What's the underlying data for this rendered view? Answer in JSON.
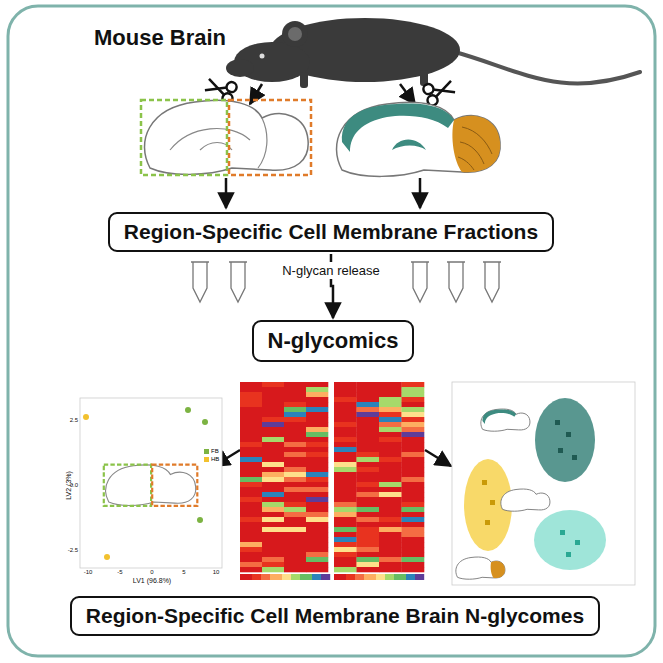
{
  "diagram": {
    "nodes": [
      {
        "text": [
          "Region-Specific Cell Membrane Fractions"
        ]
      },
      {
        "text": [
          "N-glycomics"
        ]
      },
      {
        "text": [
          "Region-Specific Cell Membrane Brain N-glycomes"
        ]
      }
    ],
    "edges": [
      {
        "from": 0,
        "to": 1,
        "arrow": "to",
        "label": "N-glycan release"
      }
    ],
    "labels": [
      "Mouse Brain",
      "LV2 (3%)",
      "LV1 (96.8%)",
      "2.5",
      "0.0",
      "-2.5",
      "-10",
      "-5",
      "0",
      "5",
      "10"
    ],
    "legend": [
      {
        "text": "FB",
        "color": "#7cb342"
      },
      {
        "text": "HB",
        "color": "#f2c12e"
      }
    ]
  }
}
